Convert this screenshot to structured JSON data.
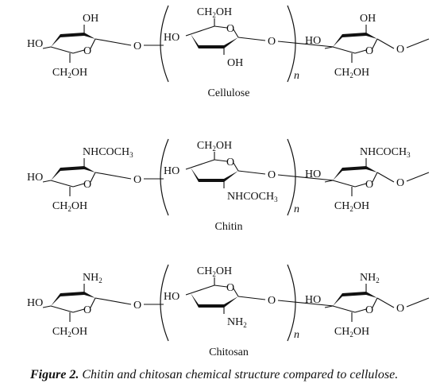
{
  "structures": [
    {
      "name": "Cellulose",
      "left": {
        "top": "OH",
        "left": "HO",
        "bottom": "CH2OH"
      },
      "center": {
        "top": "CH2OH",
        "left": "HO",
        "bottom": "OH"
      },
      "right": {
        "top": "OH",
        "left": "HO",
        "bottom": "CH2OH"
      }
    },
    {
      "name": "Chitin",
      "left": {
        "top": "NHCOCH3",
        "left": "HO",
        "bottom": "CH2OH"
      },
      "center": {
        "top": "CH2OH",
        "left": "HO",
        "bottom": "NHCOCH3"
      },
      "right": {
        "top": "NHCOCH3",
        "left": "HO",
        "bottom": "CH2OH"
      }
    },
    {
      "name": "Chitosan",
      "left": {
        "top": "NH2",
        "left": "HO",
        "bottom": "CH2OH"
      },
      "center": {
        "top": "CH2OH",
        "left": "HO",
        "bottom": "NH2"
      },
      "right": {
        "top": "NH2",
        "left": "HO",
        "bottom": "CH2OH"
      }
    }
  ],
  "oxygen": "O",
  "repeat": "n",
  "caption": {
    "label": "Figure 2.",
    "text": " Chitin and chitosan chemical structure compared to cellulose."
  }
}
